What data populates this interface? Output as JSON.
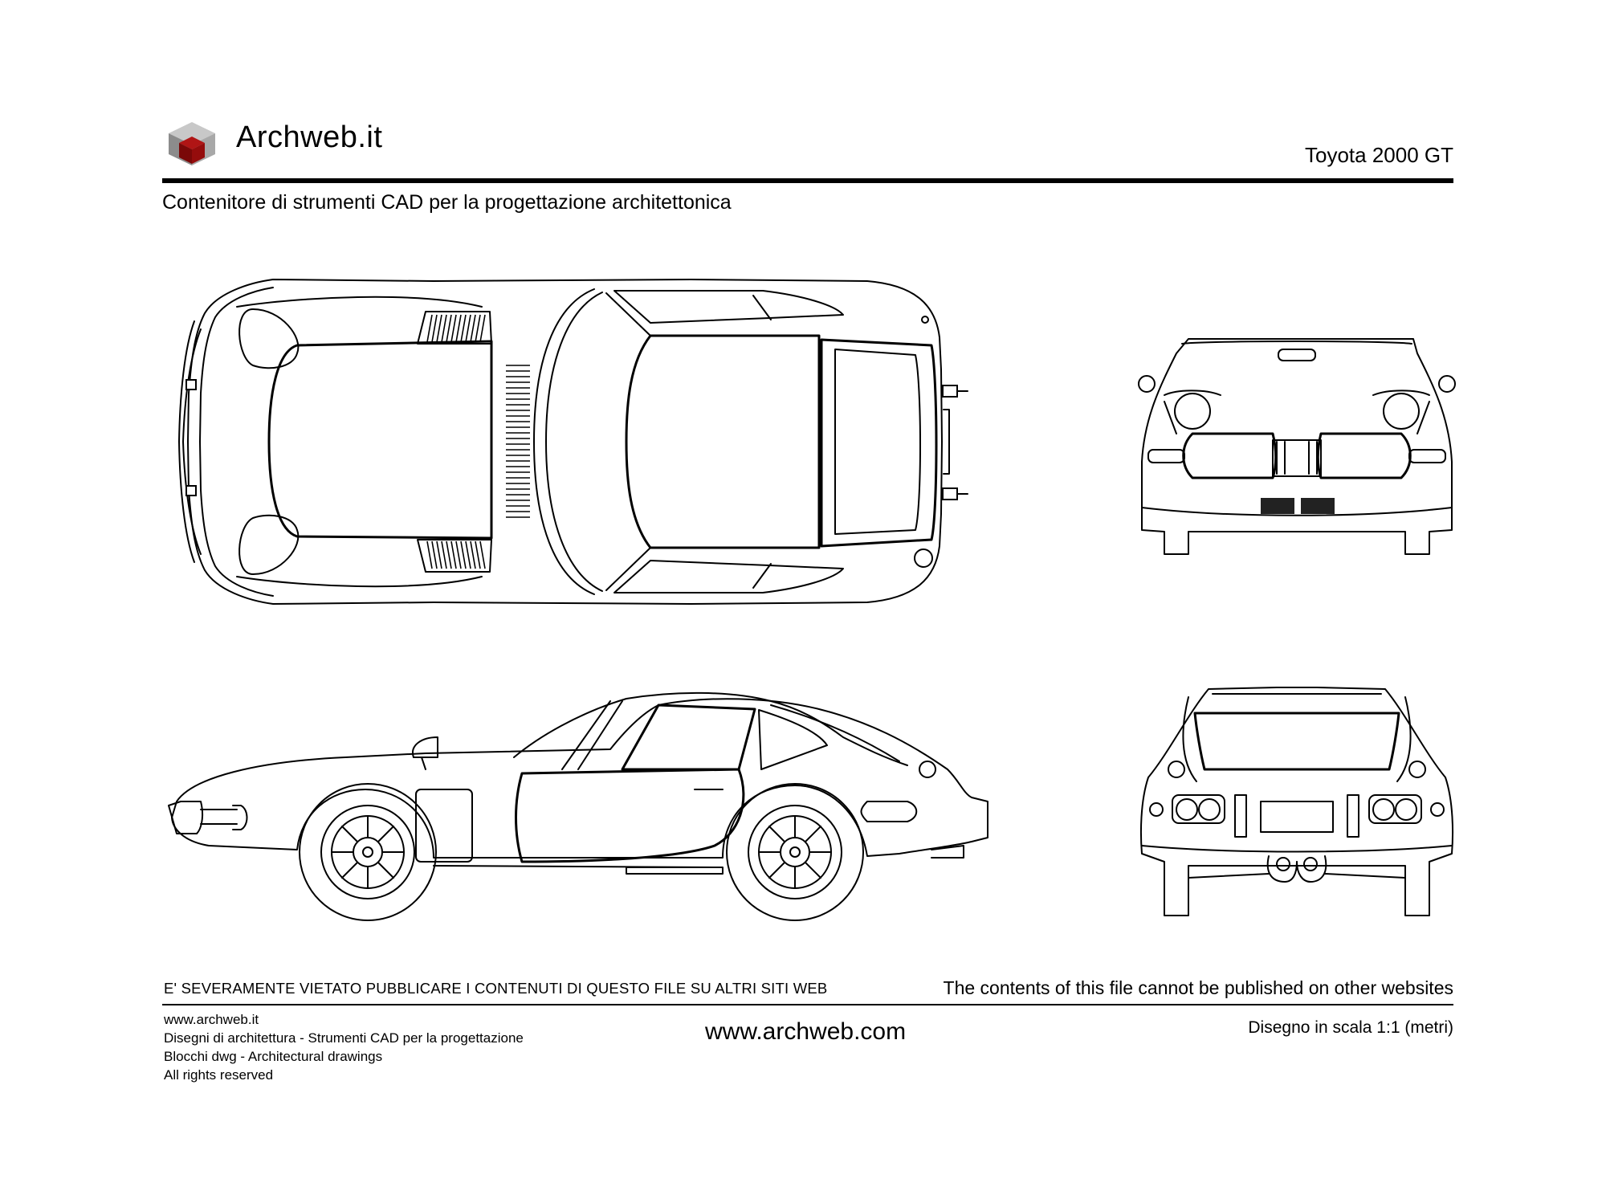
{
  "header": {
    "brand": "Archweb.it",
    "model": "Toyota 2000 GT",
    "tagline": "Contenitore di strumenti CAD per la progettazione architettonica",
    "logo_icon": "cube-logo-icon",
    "logo_colors": {
      "light": "#c8c8c8",
      "mid": "#8c8c8c",
      "accent": "#8b0a0a"
    }
  },
  "views": [
    "top-view",
    "front-view",
    "side-view",
    "rear-view"
  ],
  "footer": {
    "warning_it": "E' SEVERAMENTE VIETATO PUBBLICARE I CONTENUTI DI QUESTO FILE SU ALTRI SITI WEB",
    "warning_en": "The contents of this file cannot be published on other websites",
    "lines": [
      "www.archweb.it",
      "Disegni di architettura - Strumenti CAD  per la progettazione",
      "Blocchi dwg - Architectural drawings",
      "All rights reserved"
    ],
    "center_url": "www.archweb.com",
    "scale": "Disegno in scala 1:1 (metri)"
  }
}
